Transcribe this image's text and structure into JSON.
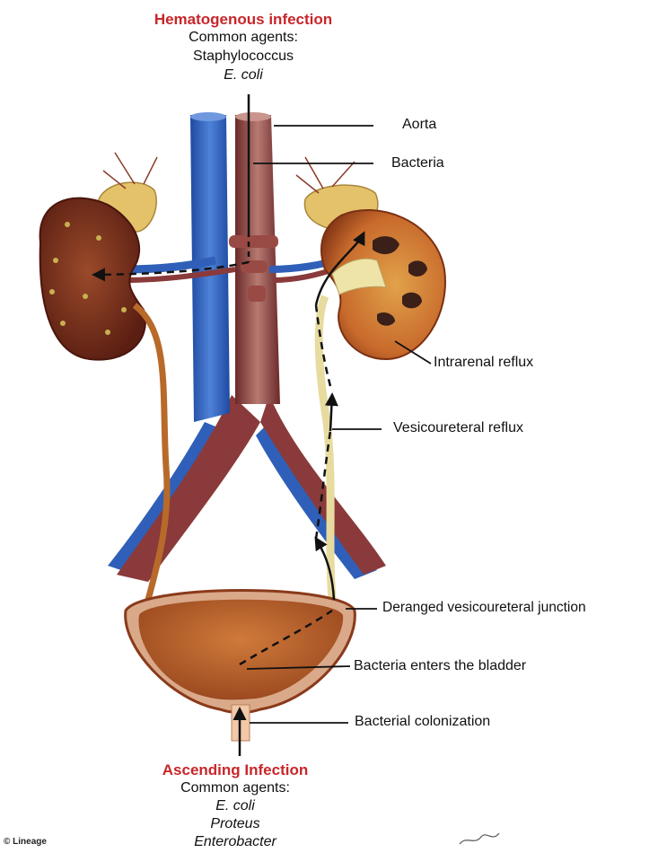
{
  "hematogenous": {
    "title": "Hematogenous infection",
    "agents_label": "Common agents:",
    "agents": [
      "Staphylococcus",
      "E. coli"
    ]
  },
  "ascending": {
    "title": "Ascending Infection",
    "agents_label": "Common agents:",
    "agents": [
      "E. coli",
      "Proteus",
      "Enterobacter"
    ]
  },
  "labels": {
    "aorta": "Aorta",
    "bacteria": "Bacteria",
    "intrarenal_reflux": "Intrarenal reflux",
    "vesicoureteral_reflux": "Vesicoureteral reflux",
    "deranged_junction": "Deranged vesicoureteral junction",
    "bacteria_enters_bladder": "Bacteria enters the bladder",
    "bacterial_colonization": "Bacterial colonization"
  },
  "credit": "© Lineage",
  "colors": {
    "title_red": "#c8262a",
    "vein_blue": "#2f5fb8",
    "artery_maroon": "#8a3a3a",
    "kidney_brown": "#7a2e1c",
    "bladder_orange": "#c0642a",
    "adrenal_yellow": "#e3c26a"
  }
}
